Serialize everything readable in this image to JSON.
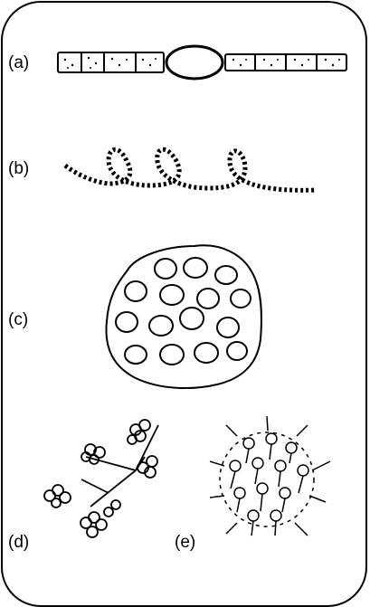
{
  "labels": {
    "a": "(a)",
    "b": "(b)",
    "c": "(c)",
    "d": "(d)",
    "e": "(e)"
  },
  "colors": {
    "ink": "#000000",
    "background": "#ffffff"
  }
}
